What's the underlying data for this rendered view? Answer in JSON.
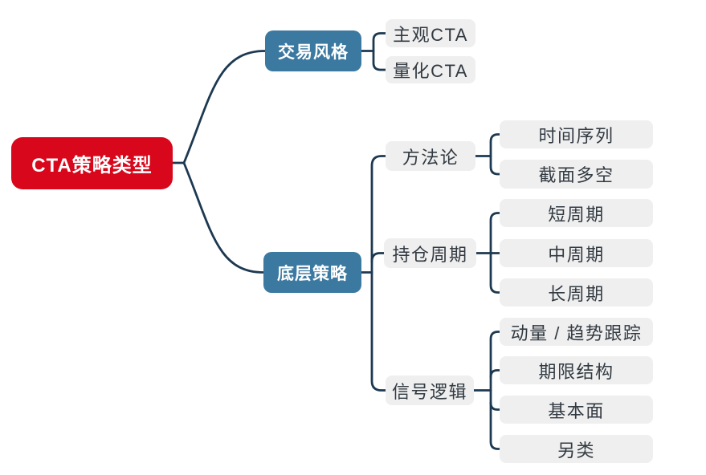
{
  "diagram": {
    "type": "mindmap",
    "colors": {
      "root_bg": "#d8071b",
      "branch_bg": "#3b79a1",
      "leaf_bg": "#efefef",
      "line": "#1d3951",
      "root_text": "#ffffff",
      "branch_text": "#ffffff",
      "leaf_text": "#323a42",
      "background": "#ffffff"
    },
    "root": {
      "label": "CTA策略类型"
    },
    "branches": [
      {
        "label": "交易风格",
        "children": [
          {
            "label": "主观CTA"
          },
          {
            "label": "量化CTA"
          }
        ]
      },
      {
        "label": "底层策略",
        "children": [
          {
            "label": "方法论",
            "children": [
              {
                "label": "时间序列"
              },
              {
                "label": "截面多空"
              }
            ]
          },
          {
            "label": "持仓周期",
            "children": [
              {
                "label": "短周期"
              },
              {
                "label": "中周期"
              },
              {
                "label": "长周期"
              }
            ]
          },
          {
            "label": "信号逻辑",
            "children": [
              {
                "label": "动量 / 趋势跟踪"
              },
              {
                "label": "期限结构"
              },
              {
                "label": "基本面"
              },
              {
                "label": "另类"
              }
            ]
          }
        ]
      }
    ]
  }
}
